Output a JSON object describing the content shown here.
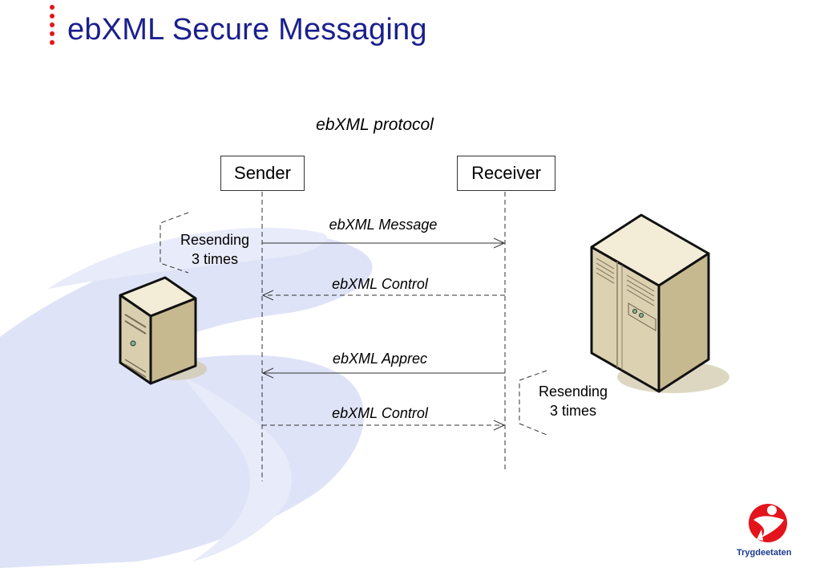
{
  "slide": {
    "title": "ebXML Secure Messaging",
    "subtitle": "ebXML protocol"
  },
  "participants": {
    "sender": "Sender",
    "receiver": "Receiver"
  },
  "messages": [
    {
      "label": "ebXML Message",
      "direction": "sender-to-receiver",
      "line": "solid"
    },
    {
      "label": "ebXML Control",
      "direction": "receiver-to-sender",
      "line": "dashed"
    },
    {
      "label": "ebXML Apprec",
      "direction": "receiver-to-sender",
      "line": "solid"
    },
    {
      "label": "ebXML Control",
      "direction": "sender-to-receiver",
      "line": "dashed"
    }
  ],
  "resend_notes": {
    "sender": "Resending\n3 times",
    "receiver": "Resending\n3 times"
  },
  "logo": {
    "name": "Trygdeetaten",
    "color": "#e3141c"
  },
  "colors": {
    "title": "#1a1f8c",
    "background_swirl": "#dfe3f7",
    "accent": "#e3141c"
  }
}
